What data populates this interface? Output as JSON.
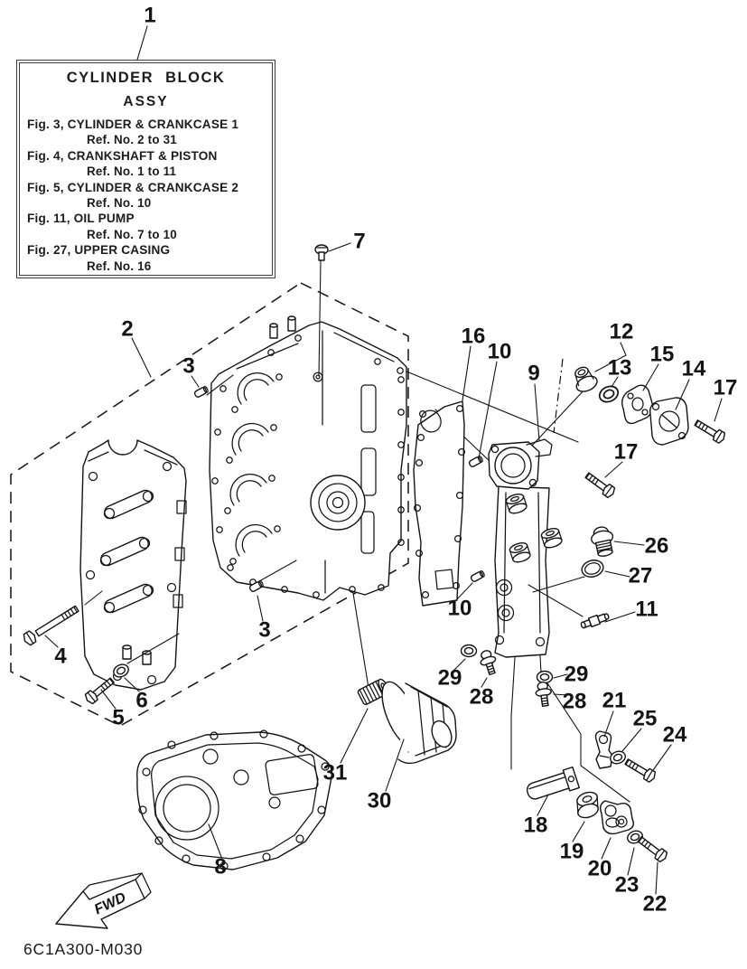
{
  "info_box": {
    "title": "CYLINDER BLOCK",
    "subtitle": "ASSY",
    "entries": [
      {
        "fig": "Fig. 3, CYLINDER & CRANKCASE 1",
        "ref": "Ref. No. 2 to 31"
      },
      {
        "fig": "Fig. 4, CRANKSHAFT & PISTON",
        "ref": "Ref. No. 1 to 11"
      },
      {
        "fig": "Fig. 5, CYLINDER & CRANKCASE 2",
        "ref": "Ref. No. 10"
      },
      {
        "fig": "Fig. 11, OIL PUMP",
        "ref": "Ref. No. 7 to 10"
      },
      {
        "fig": "Fig. 27, UPPER CASING",
        "ref": "Ref. No. 16"
      }
    ]
  },
  "drawing_code": "6C1A300-M030",
  "fwd_arrow": {
    "label": "FWD"
  },
  "colors": {
    "line": "#141414",
    "background": "#ffffff"
  },
  "callouts": {
    "c1": {
      "label": "1"
    },
    "c2": {
      "label": "2"
    },
    "c3a": {
      "label": "3"
    },
    "c3b": {
      "label": "3"
    },
    "c4": {
      "label": "4"
    },
    "c5": {
      "label": "5"
    },
    "c6": {
      "label": "6"
    },
    "c7": {
      "label": "7"
    },
    "c8": {
      "label": "8"
    },
    "c9": {
      "label": "9"
    },
    "c10a": {
      "label": "10"
    },
    "c10b": {
      "label": "10"
    },
    "c11": {
      "label": "11"
    },
    "c12": {
      "label": "12"
    },
    "c13": {
      "label": "13"
    },
    "c14": {
      "label": "14"
    },
    "c15": {
      "label": "15"
    },
    "c16": {
      "label": "16"
    },
    "c17a": {
      "label": "17"
    },
    "c17b": {
      "label": "17"
    },
    "c18": {
      "label": "18"
    },
    "c19": {
      "label": "19"
    },
    "c20": {
      "label": "20"
    },
    "c21": {
      "label": "21"
    },
    "c22": {
      "label": "22"
    },
    "c23": {
      "label": "23"
    },
    "c24": {
      "label": "24"
    },
    "c25": {
      "label": "25"
    },
    "c26": {
      "label": "26"
    },
    "c27": {
      "label": "27"
    },
    "c28a": {
      "label": "28"
    },
    "c28b": {
      "label": "28"
    },
    "c29a": {
      "label": "29"
    },
    "c29b": {
      "label": "29"
    },
    "c30": {
      "label": "30"
    },
    "c31": {
      "label": "31"
    }
  }
}
